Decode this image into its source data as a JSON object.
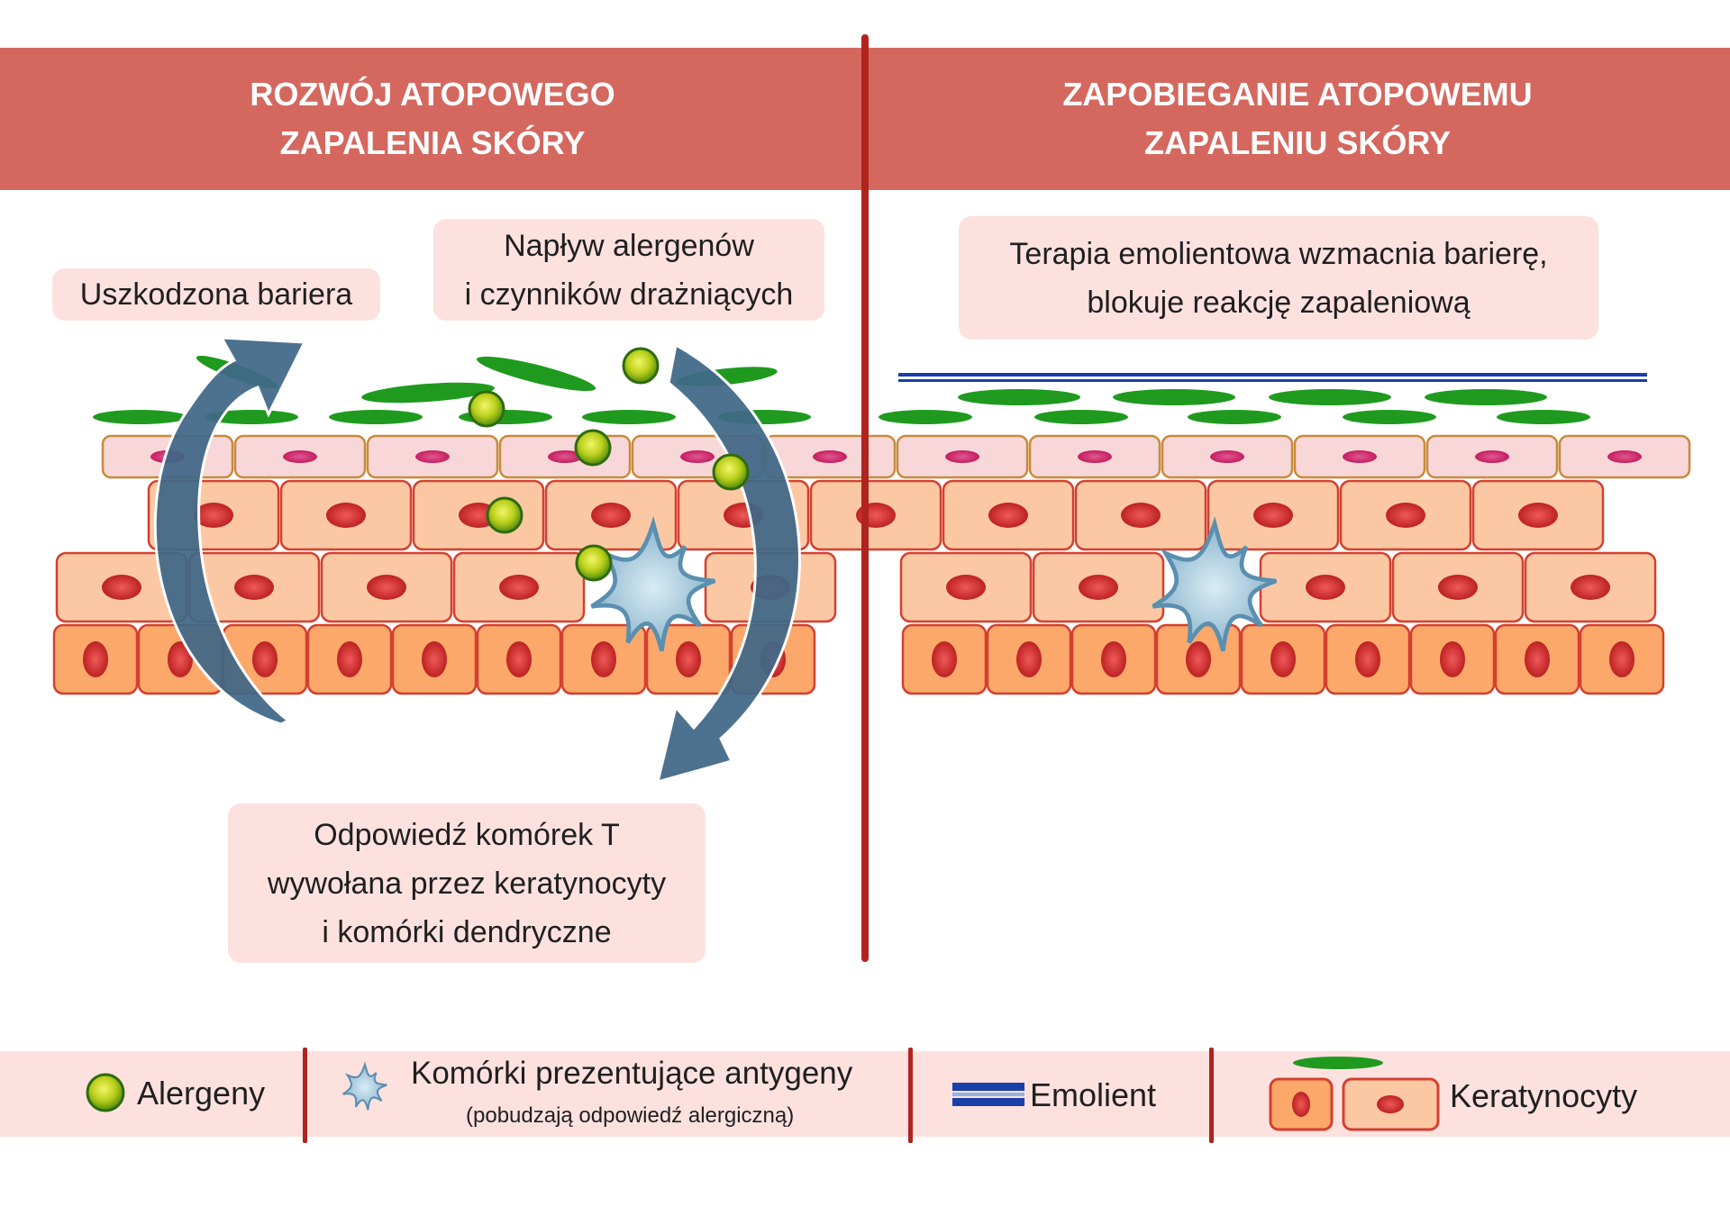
{
  "left_panel": {
    "title": "ROZWÓJ ATOPOWEGO\nZAPALENIA SKÓRY",
    "label_barrier": "Uszkodzona bariera",
    "label_influx": "Napływ alergenów\ni czynników drażniących",
    "label_tcell": "Odpowiedź komórek T\nwywołana przez keratynocyty\ni komórki dendryczne"
  },
  "right_panel": {
    "title": "ZAPOBIEGANIE ATOPOWEMU\nZAPALENIU SKÓRY",
    "label_therapy": "Terapia emolientowa wzmacnia barierę,\nblokuje reakcję zapaleniową"
  },
  "legend": {
    "allergens": "Alergeny",
    "apc": "Komórki prezentujące antygeny",
    "apc_note": "(pobudzają odpowiedź alergiczną)",
    "emollient": "Emolient",
    "keratinocytes": "Keratynocyty"
  },
  "colors": {
    "header": "#d4685f",
    "label_bg": "#fde1df",
    "divider": "#b0231f",
    "lipid": "#1f9a1f",
    "arrow": "#3f6787",
    "emollient": "#1a3fa8"
  },
  "icons": {
    "allergen": "green-sphere-icon",
    "apc": "star-cell-icon",
    "emollient": "double-line-icon",
    "keratinocyte": "cell-icon"
  }
}
